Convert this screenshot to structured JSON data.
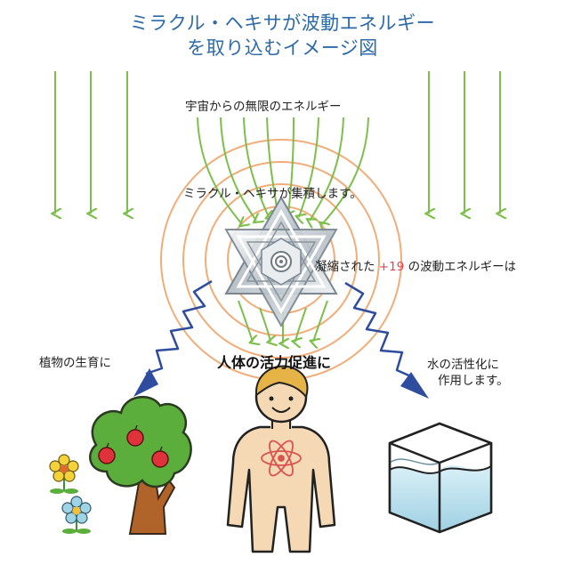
{
  "title": {
    "line1": "ミラクル・ヘキサが波動エネルギー",
    "line2": "を取り込むイメージ図"
  },
  "labels": {
    "cosmic": "宇宙からの無限のエネルギー",
    "collect": "ミラクル・ヘキサが集積します。",
    "condensed_prefix": "凝縮された",
    "condensed_value": "+19",
    "condensed_suffix": "の波動エネルギーは",
    "plants": "植物の生育に",
    "human": "人体の活力促進に",
    "water_line1": "水の活性化に",
    "water_line2": "作用します。"
  },
  "colors": {
    "title": "#2d6aa8",
    "rays": "#7cbf4a",
    "rings": "#f0a46a",
    "waves": "#2f4d9e",
    "highlight": "#e0445a",
    "tree_foliage": "#5cae3c",
    "trunk": "#b0642a",
    "water": "#bfe3ef",
    "human_skin": "#f5d9b5",
    "hair": "#e6b446"
  },
  "icons": {
    "hexagram": "hexagram-icon",
    "tree": "apple-tree-icon",
    "flower": "flower-icon",
    "human": "human-figure-icon",
    "atom": "atom-icon",
    "water_cube": "water-cube-icon"
  }
}
